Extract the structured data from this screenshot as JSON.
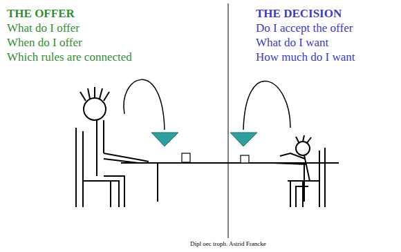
{
  "diagram": {
    "labels": [
      "THE OFFER",
      "What do I offer",
      "When do I offer",
      "Which rules are connected",
      "THE DECISION",
      "Do I accept the offer",
      "What do I want",
      "How much do I want",
      "Dipl oec troph. Astrid Francke"
    ]
  }
}
